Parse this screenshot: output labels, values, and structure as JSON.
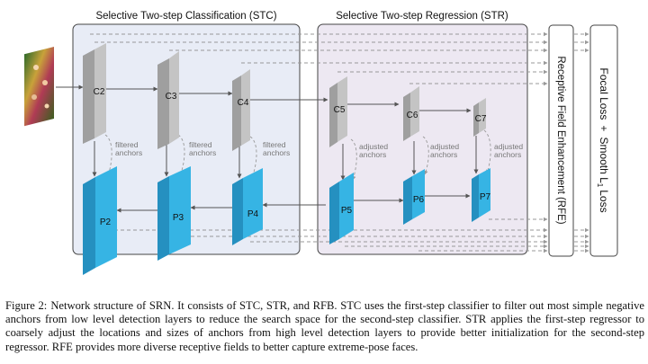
{
  "stc_title": "Selective Two-step Classification (STC)",
  "str_title": "Selective Two-step Regression (STR)",
  "rfe_label": "Receptive Field Enhancement (RFE)",
  "loss_label": {
    "focal": "Focal Loss",
    "plus": "+",
    "smooth": "Smooth L",
    "sub": "1",
    "loss": "Loss"
  },
  "c_layers": [
    "C2",
    "C3",
    "C4",
    "C5",
    "C6",
    "C7"
  ],
  "p_layers": [
    "P2",
    "P3",
    "P4",
    "P5",
    "P6",
    "P7"
  ],
  "filtered_label": [
    "filtered",
    "anchors"
  ],
  "adjusted_label": [
    "adjusted",
    "anchors"
  ],
  "caption": {
    "number": "Figure 2:",
    "text": "Network structure of SRN. It consists of STC, STR, and RFB. STC uses the first-step classifier to filter out most simple negative anchors from low level detection layers to reduce the search space for the second-step classifier. STR applies the first-step regressor to coarsely adjust the locations and sizes of anchors from high level detection layers to provide better initialization for the second-step regressor. RFE provides more diverse receptive fields to better capture extreme-pose faces."
  },
  "colors": {
    "stc_bg": "#e8ecf6",
    "str_bg": "#ede8f2",
    "c_block": "#c4c4c4",
    "p_block": "#35b3e3",
    "dash": "#999999"
  }
}
